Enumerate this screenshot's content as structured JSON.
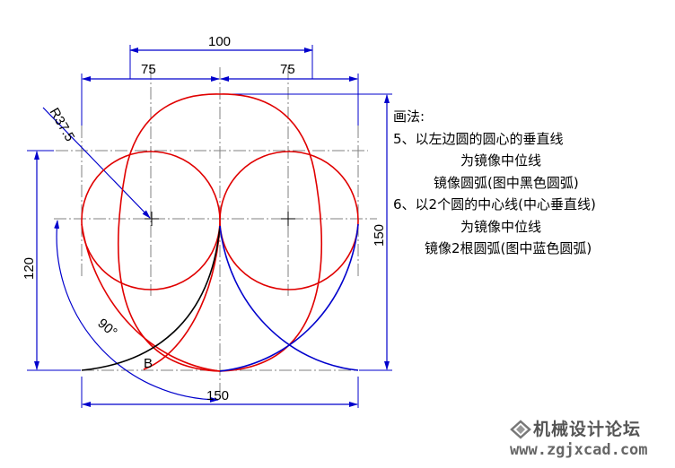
{
  "dimensions": {
    "top_total": "100",
    "top_left": "75",
    "top_right": "75",
    "radius": "R37.5",
    "left_height": "120",
    "right_height": "150",
    "bottom_width": "150",
    "angle": "90°",
    "point_label": "B"
  },
  "notes": {
    "heading": "画法:",
    "step5_line1": "5、以左边圆的圆心的垂直线",
    "step5_line2": "为镜像中位线",
    "step5_line3": "镜像圆弧(图中黑色圆弧)",
    "step6_line1": "6、以2个圆的中心线(中心垂直线)",
    "step6_line2": "为镜像中位线",
    "step6_line3": "镜像2根圆弧(图中蓝色圆弧)"
  },
  "watermark": {
    "title": "机械设计论坛",
    "url": "www.zgjxcad.com"
  },
  "colors": {
    "red": "#e00000",
    "blue": "#0000cc",
    "black": "#000000",
    "centerline": "#808080"
  }
}
